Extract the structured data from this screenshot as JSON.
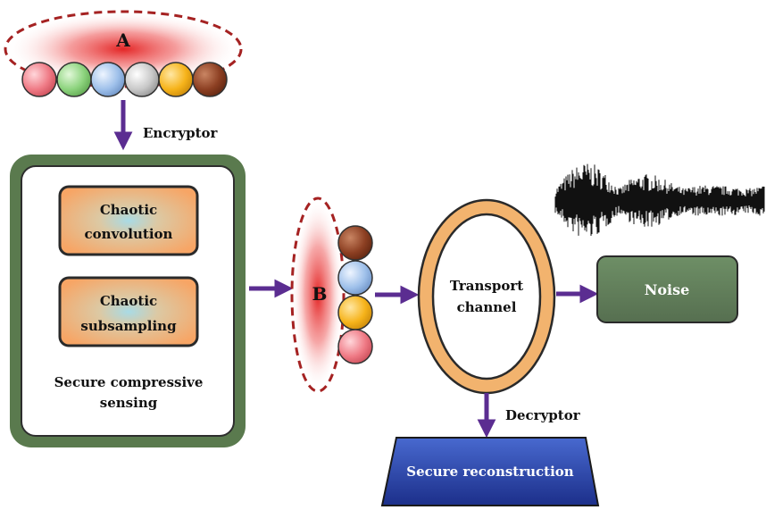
{
  "nodes": {
    "group_a": {
      "label": "A"
    },
    "group_b": {
      "label": "B"
    },
    "chaotic_convolution": {
      "line1": "Chaotic",
      "line2": "convolution"
    },
    "chaotic_subsampling": {
      "line1": "Chaotic",
      "line2": "subsampling"
    },
    "secure_compressive_sensing": {
      "line1": "Secure compressive",
      "line2": "sensing"
    },
    "transport_channel": {
      "line1": "Transport",
      "line2": "channel"
    },
    "noise": {
      "label": "Noise"
    },
    "secure_reconstruction": {
      "label": "Secure reconstruction"
    }
  },
  "edges": {
    "encryptor": {
      "label": "Encryptor"
    },
    "decryptor": {
      "label": "Decryptor"
    }
  },
  "colors": {
    "arrow": "#5b2d91",
    "outer_box_border": "#5a7a4e",
    "inner_box_border": "#2e2e2e",
    "chaotic_box_fill": "#f7a96a",
    "chaotic_box_glow": "#9fd4e0",
    "channel_ring": "#f2b36e",
    "noise_fill": "#5f7f58",
    "reconstruction_fill": "#2f4fb0",
    "cloud_red": "#e01818",
    "cloud_dash": "#a52222",
    "ball_pink": "#ef7a85",
    "ball_green": "#8cd37d",
    "ball_blue": "#9ec0ea",
    "ball_gray": "#c8c8c8",
    "ball_orange": "#f6b31a",
    "ball_brown": "#8c3f22"
  },
  "icons": {
    "waveform": "noise-waveform-icon"
  }
}
